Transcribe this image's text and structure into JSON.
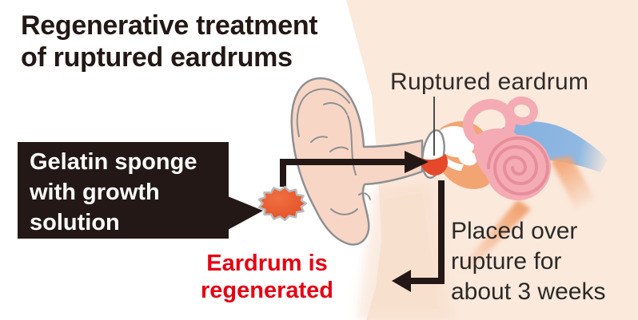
{
  "title": {
    "line1": "Regenerative treatment",
    "line2": "of ruptured eardrums"
  },
  "callout_box": {
    "line1": "Gelatin sponge",
    "line2": "with growth",
    "line3": "solution"
  },
  "labels": {
    "ruptured_eardrum": "Ruptured eardrum",
    "placed": {
      "line1": "Placed over",
      "line2": "rupture for",
      "line3": "about 3 weeks"
    }
  },
  "result_label": {
    "line1": "Eardrum is",
    "line2": "regenerated"
  },
  "icons": {
    "sponge": "gelatin-sponge-starburst-icon",
    "anatomy": "ear-cross-section-illustration",
    "arrow_insert": "arrow-sponge-to-eardrum",
    "arrow_duration": "arrow-eardrum-down-left",
    "callout_pointer": "callout-pointer-triangle"
  },
  "colors": {
    "background_left": "#ffffff",
    "background_right": "#fbe9dc",
    "ink_black": "#231815",
    "accent_red_text": "#e60012",
    "sponge_orange": "#e8512c",
    "eardrum_patch_red": "#e5482a",
    "skin_pink": "#f8d6c5",
    "inner_ear_pink": "#f4abb4",
    "nerve_blue": "#85b1df",
    "middle_ear_orange": "#f2a473",
    "outline_gray": "#8e9092"
  }
}
